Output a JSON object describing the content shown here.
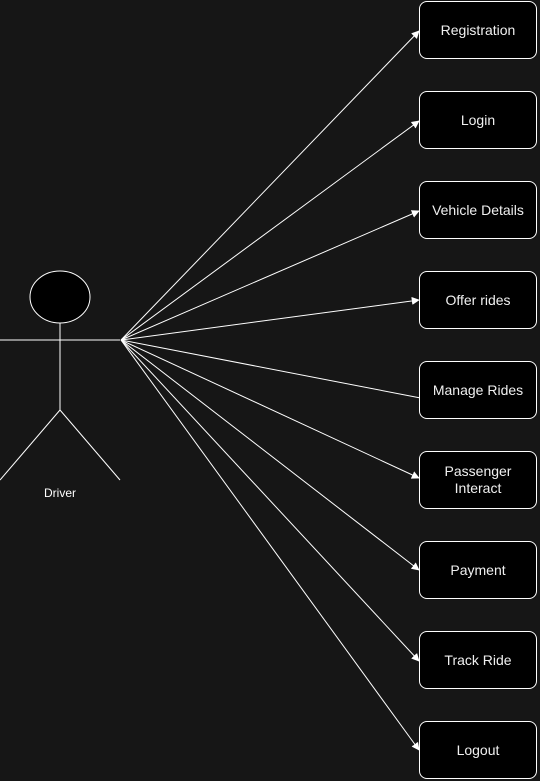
{
  "actor": {
    "label": "Driver"
  },
  "use_cases": [
    {
      "label": "Registration"
    },
    {
      "label": "Login"
    },
    {
      "label": "Vehicle Details"
    },
    {
      "label": "Offer rides"
    },
    {
      "label": "Manage Rides"
    },
    {
      "label": "Passenger\nInteract"
    },
    {
      "label": "Payment"
    },
    {
      "label": "Track Ride"
    },
    {
      "label": "Logout"
    }
  ],
  "colors": {
    "background": "#161616",
    "stroke": "#ffffff",
    "node_fill": "#000000",
    "text": "#f0f0f0"
  }
}
